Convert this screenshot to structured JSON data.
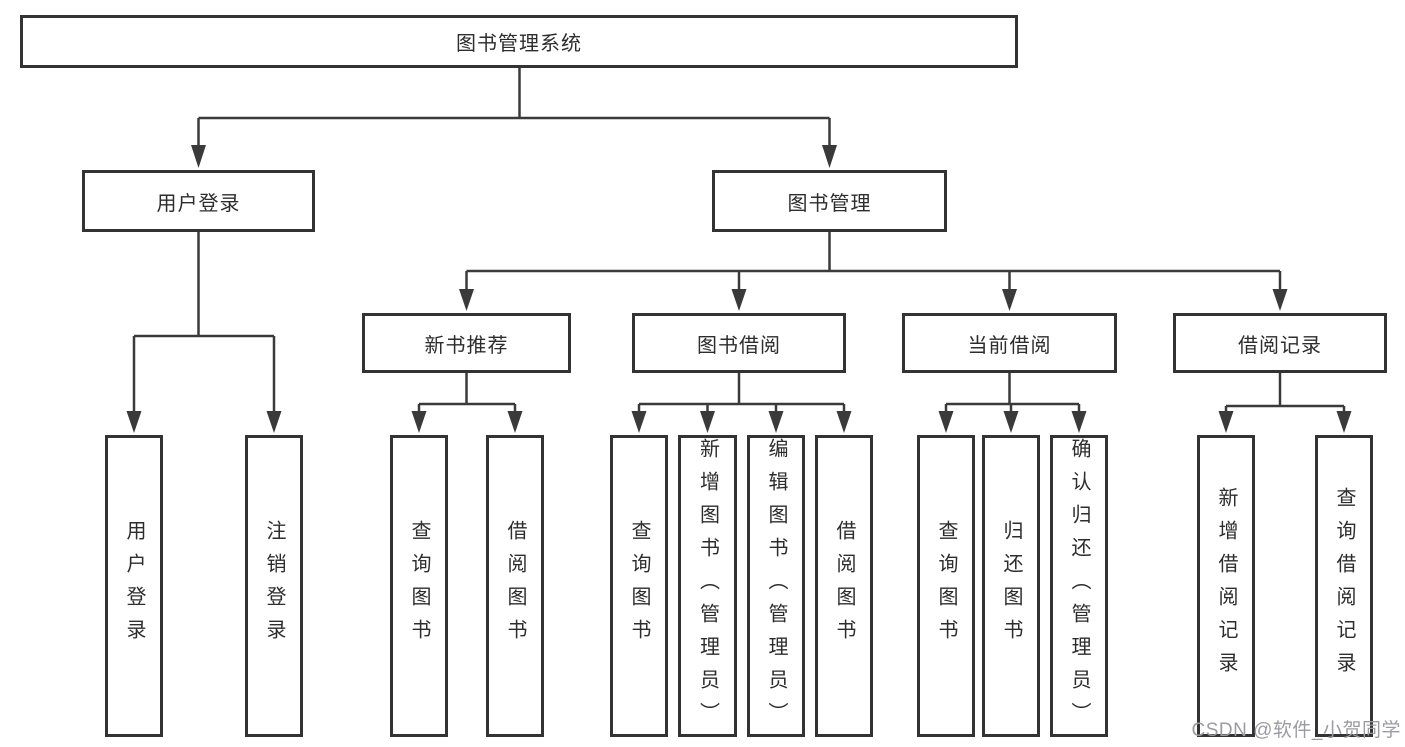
{
  "diagram": {
    "root": {
      "label": "图书管理系统"
    },
    "branches": [
      {
        "label": "用户登录",
        "children": [
          {
            "label": "用户登录"
          },
          {
            "label": "注销登录"
          }
        ]
      },
      {
        "label": "图书管理",
        "children": [
          {
            "label": "新书推荐",
            "children": [
              {
                "label": "查询图书"
              },
              {
                "label": "借阅图书"
              }
            ]
          },
          {
            "label": "图书借阅",
            "children": [
              {
                "label": "查询图书"
              },
              {
                "label": "新增图书（管理员）"
              },
              {
                "label": "编辑图书（管理员）"
              },
              {
                "label": "借阅图书"
              }
            ]
          },
          {
            "label": "当前借阅",
            "children": [
              {
                "label": "查询图书"
              },
              {
                "label": "归还图书"
              },
              {
                "label": "确认归还（管理员）"
              }
            ]
          },
          {
            "label": "借阅记录",
            "children": [
              {
                "label": "新增借阅记录"
              },
              {
                "label": "查询借阅记录"
              }
            ]
          }
        ]
      }
    ]
  },
  "watermark": {
    "text": "CSDN @软件_小贺同学"
  },
  "colors": {
    "line": "#3a3a3a",
    "border": "#333333",
    "text": "#2d2d2d",
    "watermark": "#9b9ba1",
    "background": "#ffffff"
  }
}
